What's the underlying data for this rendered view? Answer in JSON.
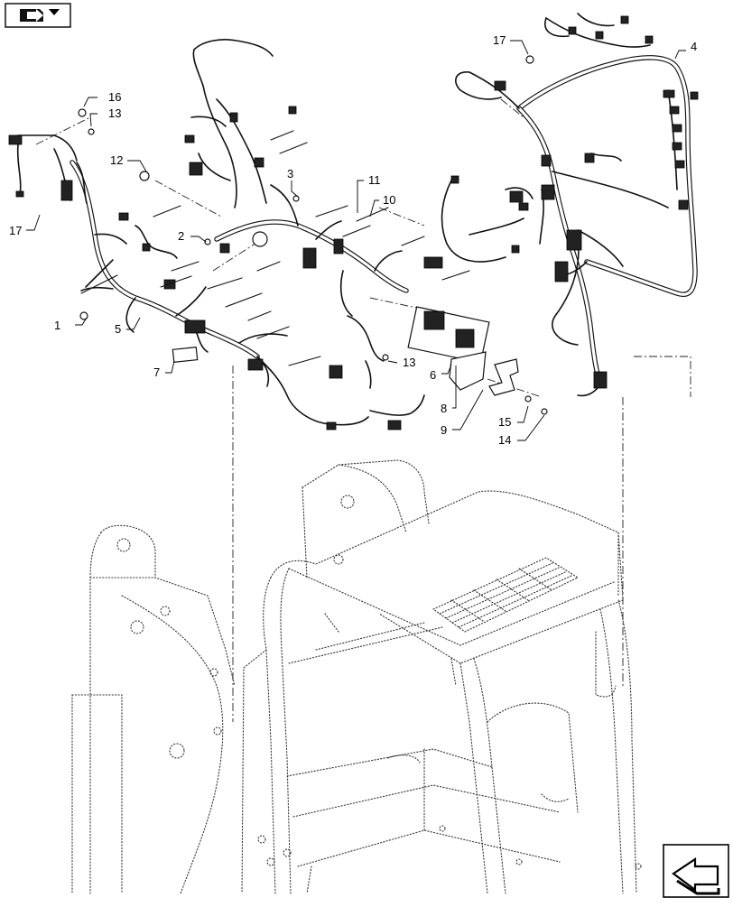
{
  "diagram": {
    "callouts": [
      "1",
      "2",
      "3",
      "4",
      "5",
      "6",
      "7",
      "8",
      "9",
      "10",
      "11",
      "12",
      "13",
      "13",
      "14",
      "15",
      "16",
      "17",
      "17"
    ]
  },
  "icons": {
    "top_left": "book-arrow-icon",
    "bottom_right": "next-page-arrow-icon"
  }
}
